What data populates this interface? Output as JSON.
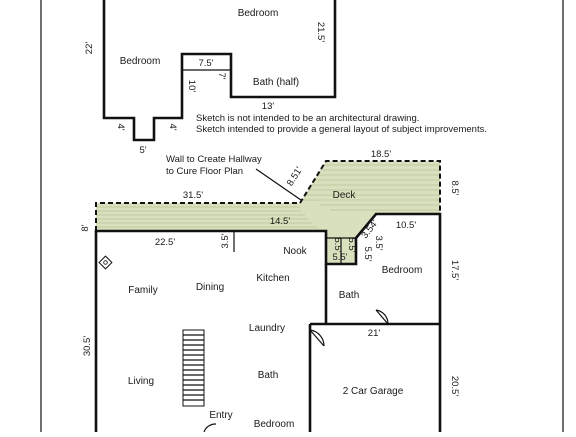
{
  "upper_floor": {
    "rooms": {
      "bedroom_top": "Bedroom",
      "bedroom_left": "Bedroom",
      "bath_half": "Bath (half)"
    },
    "dims": {
      "d22": "22'",
      "d21_5": "21.5'",
      "d7_5": "7.5'",
      "d7": "7'",
      "d10": "10'",
      "d13": "13'",
      "d4_left": "4'",
      "d4_right": "4'",
      "d5": "5'"
    }
  },
  "notes": {
    "line1": "Sketch is not intended to be an architectural drawing.",
    "line2": "Sketch intended to provide a general layout of subject improvements.",
    "callout_line1": "Wall to Create Hallway",
    "callout_line2": "to Cure Floor Plan"
  },
  "main_floor": {
    "rooms": {
      "deck": "Deck",
      "nook": "Nook",
      "family": "Family",
      "dining": "Dining",
      "kitchen": "Kitchen",
      "bedroom_right": "Bedroom",
      "bath_upper": "Bath",
      "laundry": "Laundry",
      "living": "Living",
      "bath_lower": "Bath",
      "garage": "2 Car Garage",
      "entry": "Entry",
      "bedroom_bottom": "Bedroom"
    },
    "dims": {
      "d18_5": "18.5'",
      "d8_51": "8.51'",
      "d8_5": "8.5'",
      "d31_5": "31.5'",
      "d14_5": "14.5'",
      "d10_5": "10.5'",
      "d3_54": "3.54'",
      "d8": "8'",
      "d22_5": "22.5'",
      "d3_5": "3.5'",
      "d5_5_a": "5.5'",
      "d5_5_b": "5.5'",
      "d5_5_c": "5.5'",
      "d5_5_d": "5.5'",
      "d3_5_b": "3.5'",
      "d17_5": "17.5'",
      "d21": "21'",
      "d30_5": "30.5'",
      "d20_5": "20.5'"
    }
  }
}
